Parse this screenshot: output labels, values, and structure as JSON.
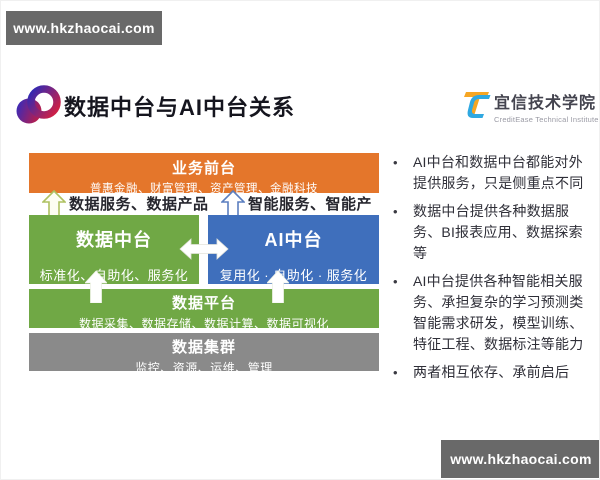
{
  "watermarks": {
    "top_left": "www.hkzhaocai.com",
    "bottom_right": "www.hkzhaocai.com"
  },
  "header": {
    "title": "数据中台与AI中台关系",
    "brand_cn": "宜信技术学院",
    "brand_en": "CreditEase Technical Institute"
  },
  "diagram": {
    "business_front": {
      "title": "业务前台",
      "subtitle": "普惠金融、财富管理、资产管理、金融科技"
    },
    "left_flow_label": "数据服务、数据产品",
    "right_flow_label": "智能服务、智能产品",
    "data_mid_platform": {
      "title": "数据中台",
      "subtitle": "标准化、自助化、服务化"
    },
    "ai_mid_platform": {
      "title": "AI中台",
      "subtitle": "复用化 · 自助化 · 服务化"
    },
    "data_platform": {
      "title": "数据平台",
      "subtitle": "数据采集、数据存储、数据计算、数据可视化"
    },
    "data_cluster": {
      "title": "数据集群",
      "subtitle": "监控、资源、运维、管理"
    },
    "colors": {
      "business_front": "#E4762B",
      "data_green": "#70A845",
      "ai_blue": "#3F6FBC",
      "cluster_gray": "#8A8A8A",
      "watermark_gray": "#696969"
    }
  },
  "notes": [
    "AI中台和数据中台都能对外提供服务，只是侧重点不同",
    "数据中台提供各种数据服务、BI报表应用、数据探索等",
    "AI中台提供各种智能相关服务、承担复杂的学习预测类智能需求研发，模型训练、特征工程、数据标注等能力",
    "两者相互依存、承前启后"
  ]
}
